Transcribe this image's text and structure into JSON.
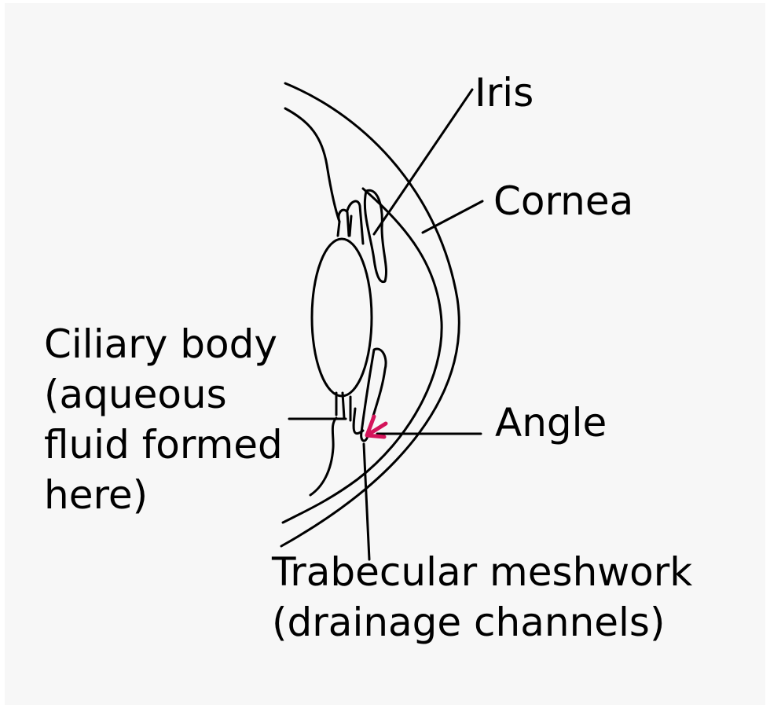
{
  "colors": {
    "background": "#f7f7f7",
    "line": "#000000",
    "arrow": "#d4145a"
  },
  "labels": {
    "iris": "Iris",
    "cornea": "Cornea",
    "ciliary_body": [
      "Ciliary body",
      "(aqueous",
      "fluid formed",
      "here)"
    ],
    "angle": "Angle",
    "trabecular_meshwork": [
      "Trabecular meshwork",
      "(drainage channels)"
    ]
  }
}
